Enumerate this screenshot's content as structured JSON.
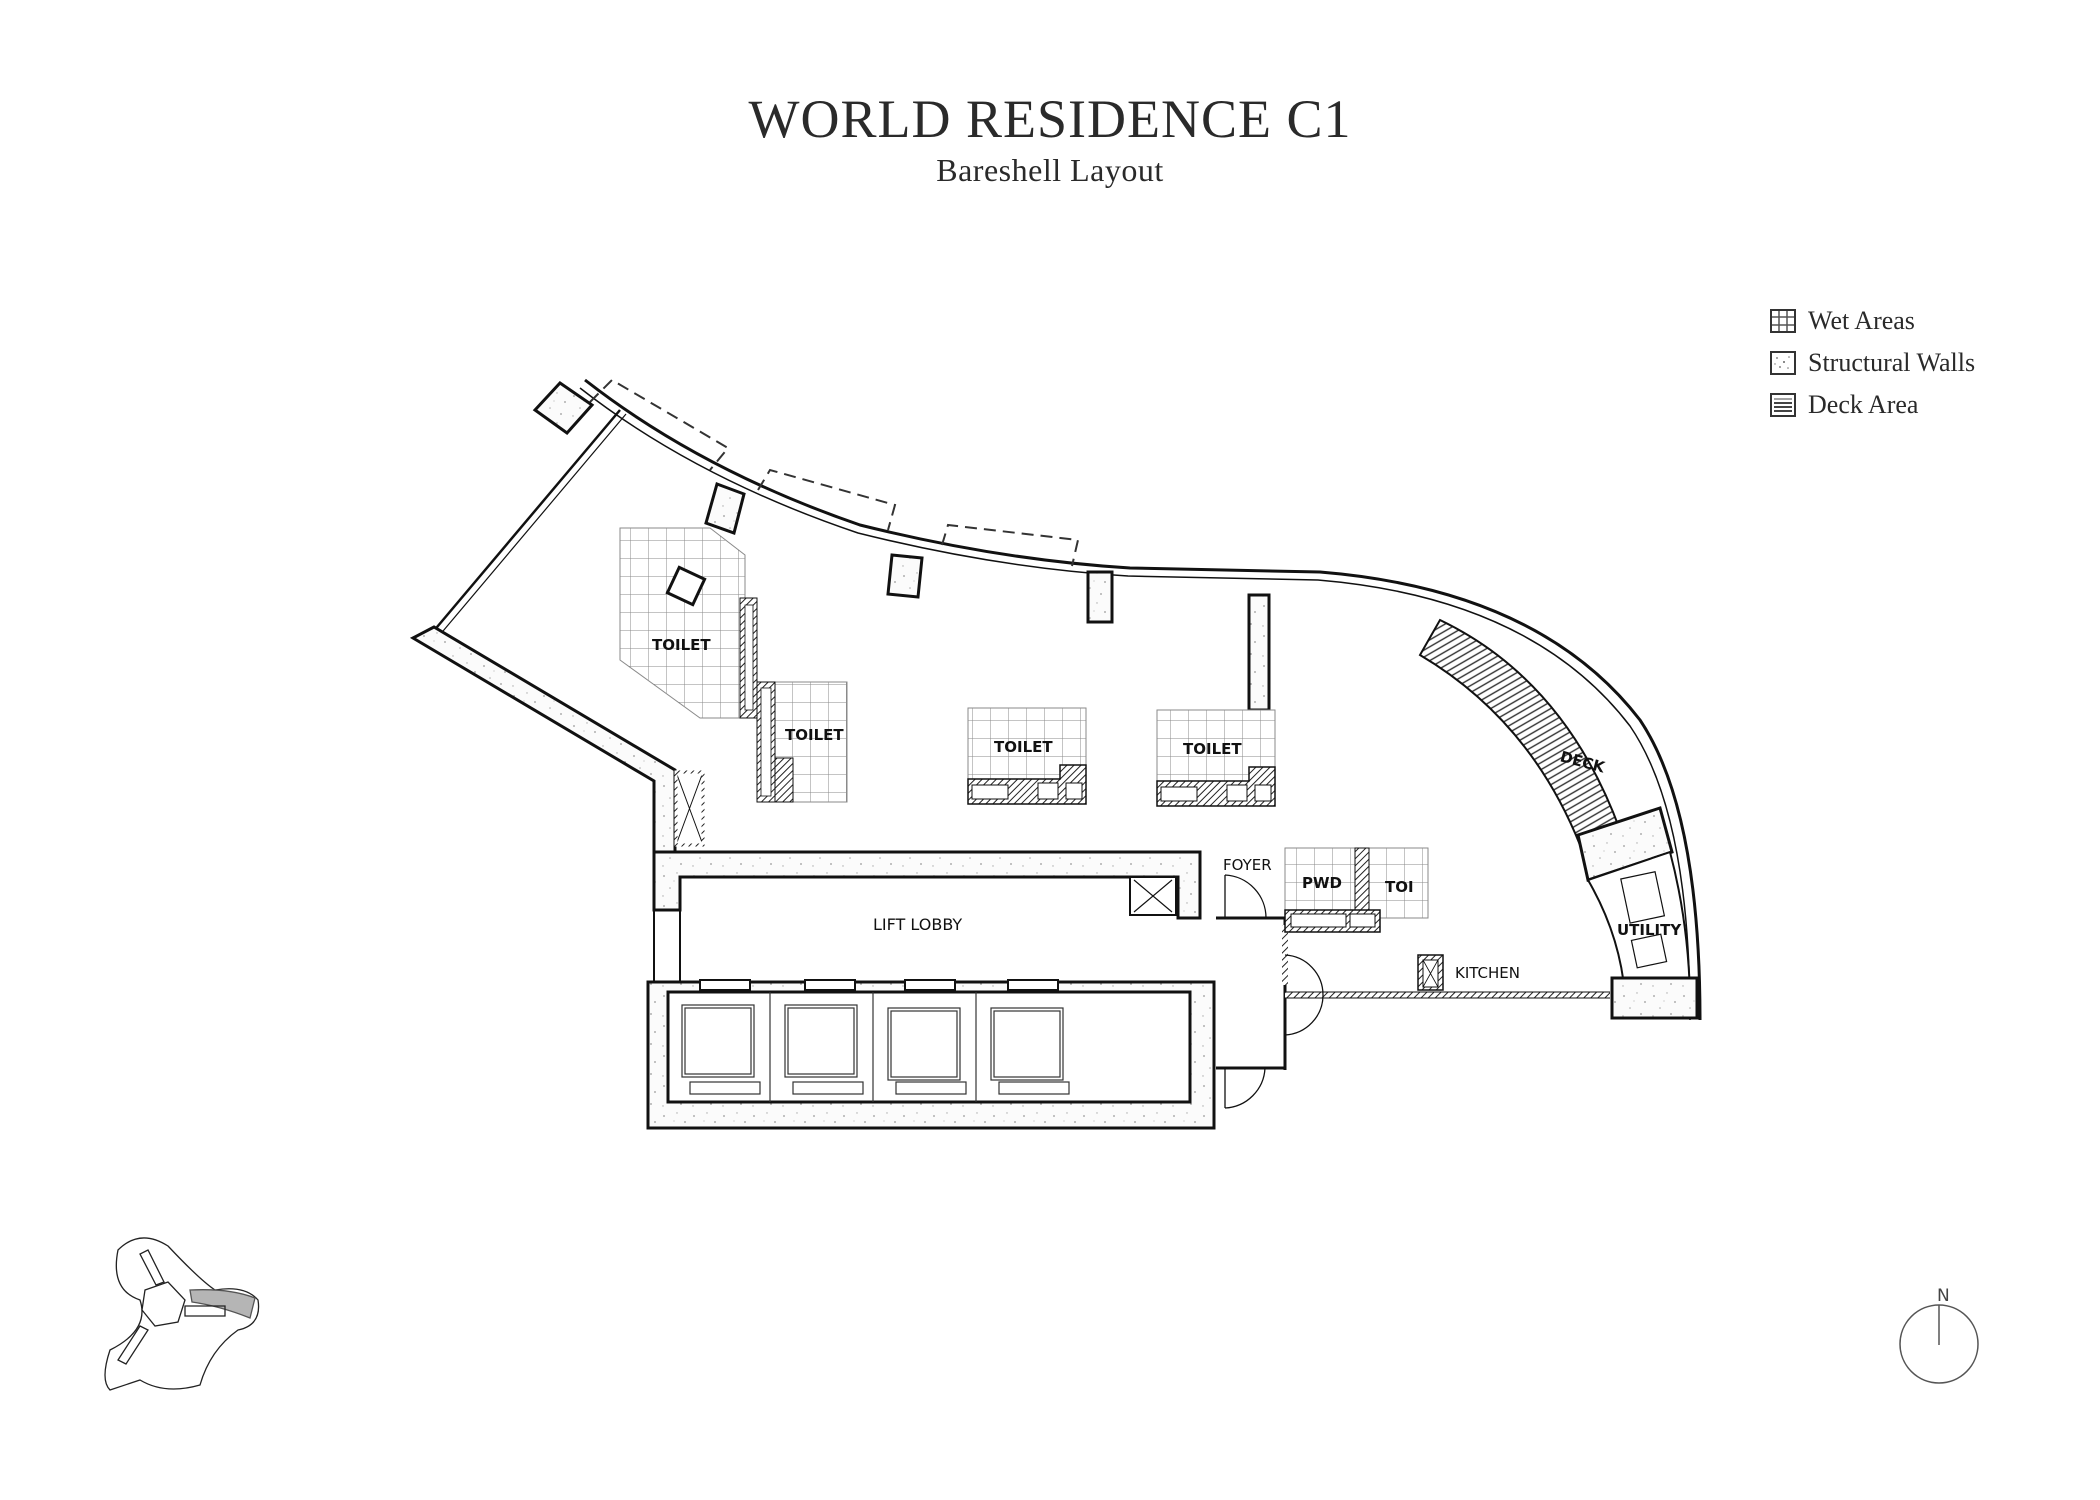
{
  "header": {
    "title": "WORLD RESIDENCE C1",
    "subtitle": "Bareshell Layout"
  },
  "legend": {
    "items": [
      {
        "label": "Wet Areas",
        "pattern": "grid"
      },
      {
        "label": "Structural Walls",
        "pattern": "speckle"
      },
      {
        "label": "Deck Area",
        "pattern": "lines"
      }
    ]
  },
  "rooms": {
    "toilet_1": "TOILET",
    "toilet_2": "TOILET",
    "toilet_3": "TOILET",
    "toilet_4": "TOILET",
    "deck": "DECK",
    "foyer": "FOYER",
    "pwd": "PWD",
    "toi": "TOI",
    "lift_lobby": "LIFT LOBBY",
    "kitchen": "KITCHEN",
    "utility": "UTILITY"
  },
  "compass": {
    "label": "N"
  },
  "colors": {
    "line": "#111111",
    "wet_grid": "#8a8a8a",
    "key_plan_highlight": "#b5b5b5"
  }
}
